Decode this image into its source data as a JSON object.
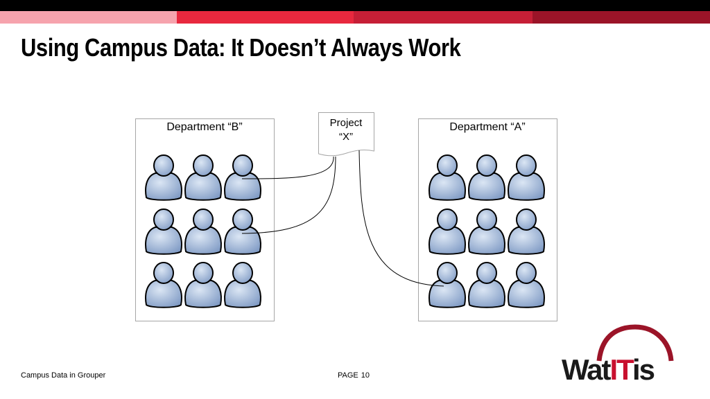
{
  "header": {
    "title": "Using Campus Data: It Doesn’t Always Work"
  },
  "diagram": {
    "left_box": {
      "label": "Department “B”",
      "people_rows": 3,
      "people_cols": 3
    },
    "right_box": {
      "label": "Department “A”",
      "people_rows": 3,
      "people_cols": 3
    },
    "document": {
      "line1": "Project",
      "line2": "“X”"
    },
    "connections": [
      {
        "from": "document",
        "to": "department-b-person-row1-col3"
      },
      {
        "from": "document",
        "to": "department-b-person-row2-col3"
      },
      {
        "from": "document",
        "to": "department-a-person-row3-col1"
      }
    ],
    "colors": {
      "person_fill_light": "#cfdcee",
      "person_fill_dark": "#7f9ac4",
      "person_outline": "#000000",
      "box_border": "#a6a6a6"
    }
  },
  "footer": {
    "left_text": "Campus Data in Grouper",
    "page_label": "PAGE",
    "page_number": "10"
  },
  "logo": {
    "part1": "Wat",
    "part2": "IT",
    "part3": "is",
    "arc_color": "#9b1428",
    "accent_color": "#c8102e"
  },
  "top_stripe_colors": [
    "#000000",
    "#f6a3ad",
    "#e8283e",
    "#c61f36",
    "#9b1428"
  ]
}
